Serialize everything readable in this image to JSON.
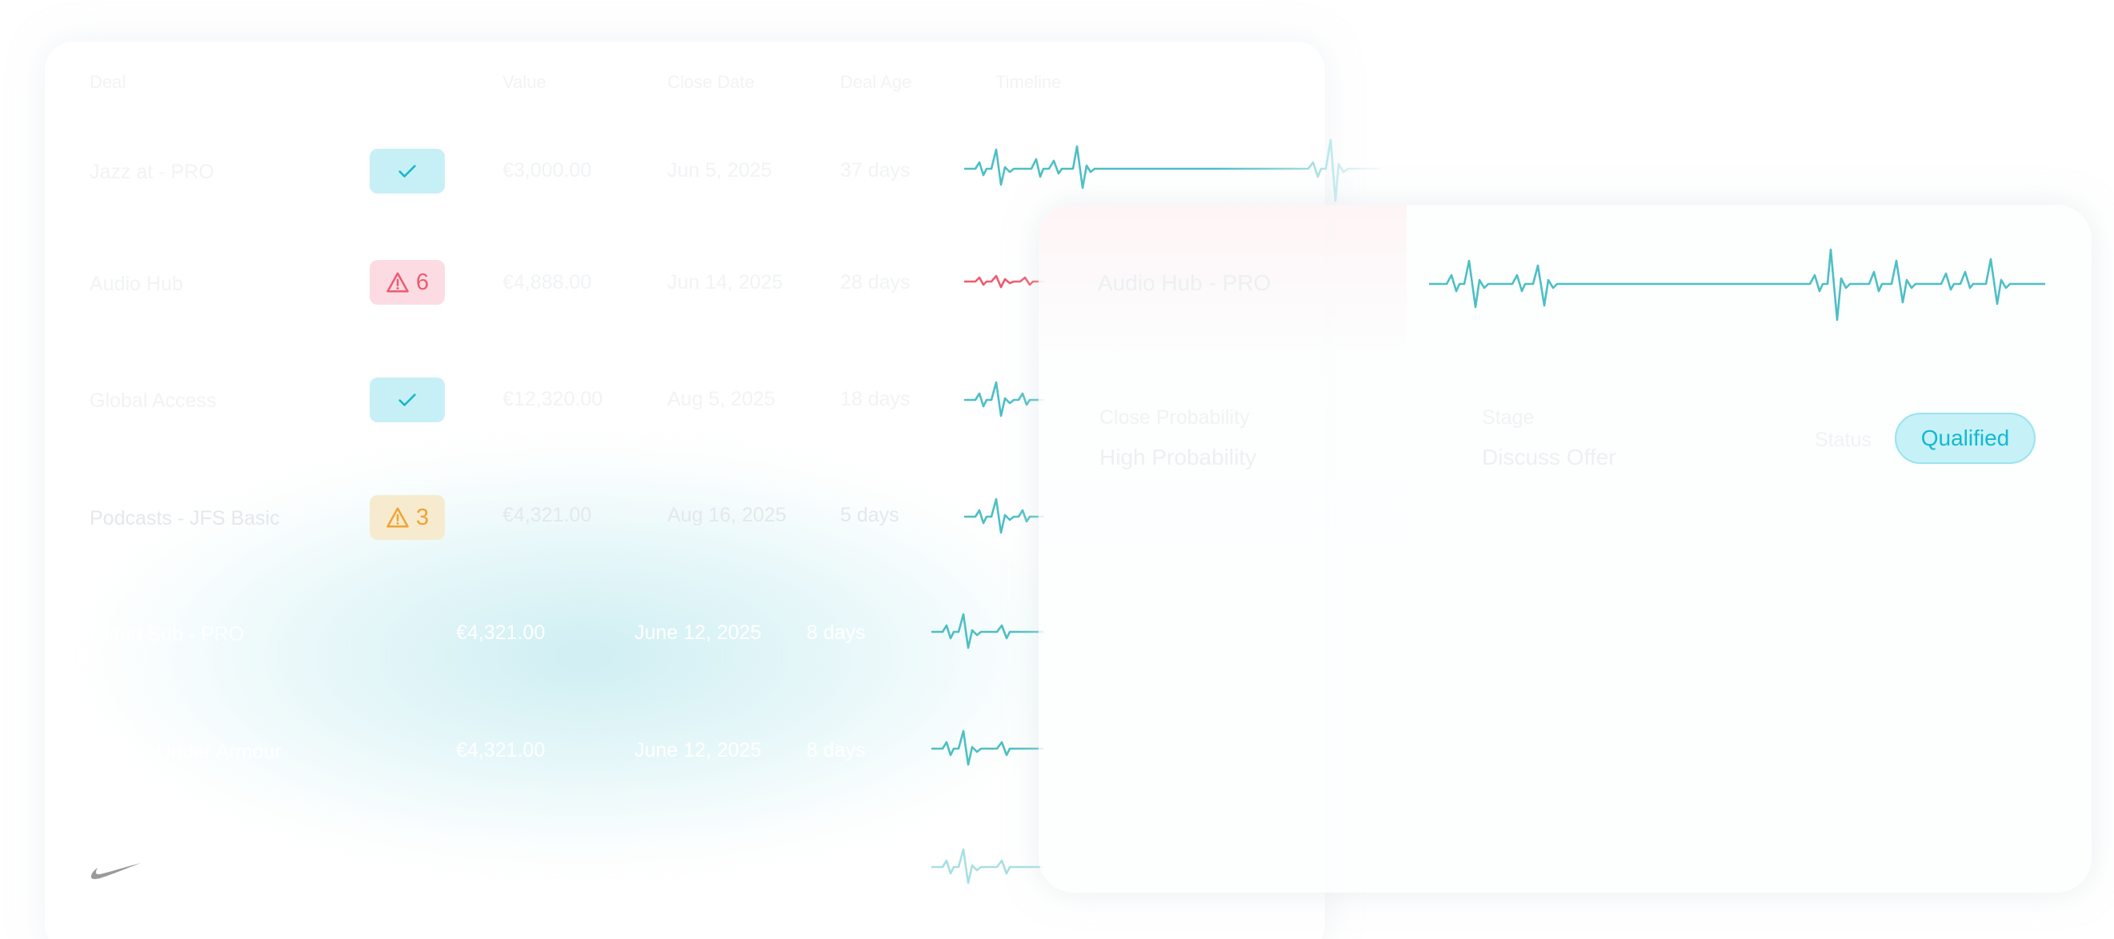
{
  "table": {
    "headers": {
      "deal": "Deal",
      "value": "Value",
      "close_date": "Close Date",
      "days": "Deal Age",
      "timeline": "Timeline"
    },
    "rows": [
      {
        "name": "Jazz at - PRO",
        "badge": {
          "type": "success",
          "icon": "check-icon",
          "count": ""
        },
        "value": "€3,000.00",
        "date": "Jun 5, 2025",
        "days": "37 days"
      },
      {
        "name": "Audio Hub",
        "badge": {
          "type": "error",
          "icon": "warning-triangle-icon",
          "count": "6"
        },
        "value": "€4,888.00",
        "date": "Jun 14, 2025",
        "days": "28 days"
      },
      {
        "name": "Global Access",
        "badge": {
          "type": "success",
          "icon": "check-icon",
          "count": ""
        },
        "value": "€12,320.00",
        "date": "Aug 5, 2025",
        "days": "18 days"
      },
      {
        "name": "Podcasts - JFS Basic",
        "badge": {
          "type": "warning",
          "icon": "warning-triangle-icon",
          "count": "3"
        },
        "value": "€4,321.00",
        "date": "Aug 16, 2025",
        "days": "5 days"
      },
      {
        "name": "Cloud Sub - PRO",
        "badge": null,
        "value": "€4,321.00",
        "date": "June 12, 2025",
        "days": "8 days"
      },
      {
        "name": "Under Armour",
        "logo": "under-armour-logo-icon",
        "badge": null,
        "value": "€4,321.00",
        "date": "June 12, 2025",
        "days": "8 days"
      },
      {
        "name": "",
        "logo": "nike-swoosh-icon",
        "badge": null,
        "value": "",
        "date": "",
        "days": ""
      }
    ]
  },
  "detail": {
    "title": "Audio Hub - PRO",
    "close_probability_label": "Close Probability",
    "close_probability_value": "High Probability",
    "stage_label": "Stage",
    "stage_value": "Discuss Offer",
    "status_label": "Status",
    "status_value": "Qualified"
  },
  "colors": {
    "accent_teal": "#14b9cf",
    "sparkline_teal": "#4dbfc4",
    "sparkline_red": "#ef5a70",
    "warning_orange": "#f0a335",
    "error_red": "#ef5a70"
  }
}
